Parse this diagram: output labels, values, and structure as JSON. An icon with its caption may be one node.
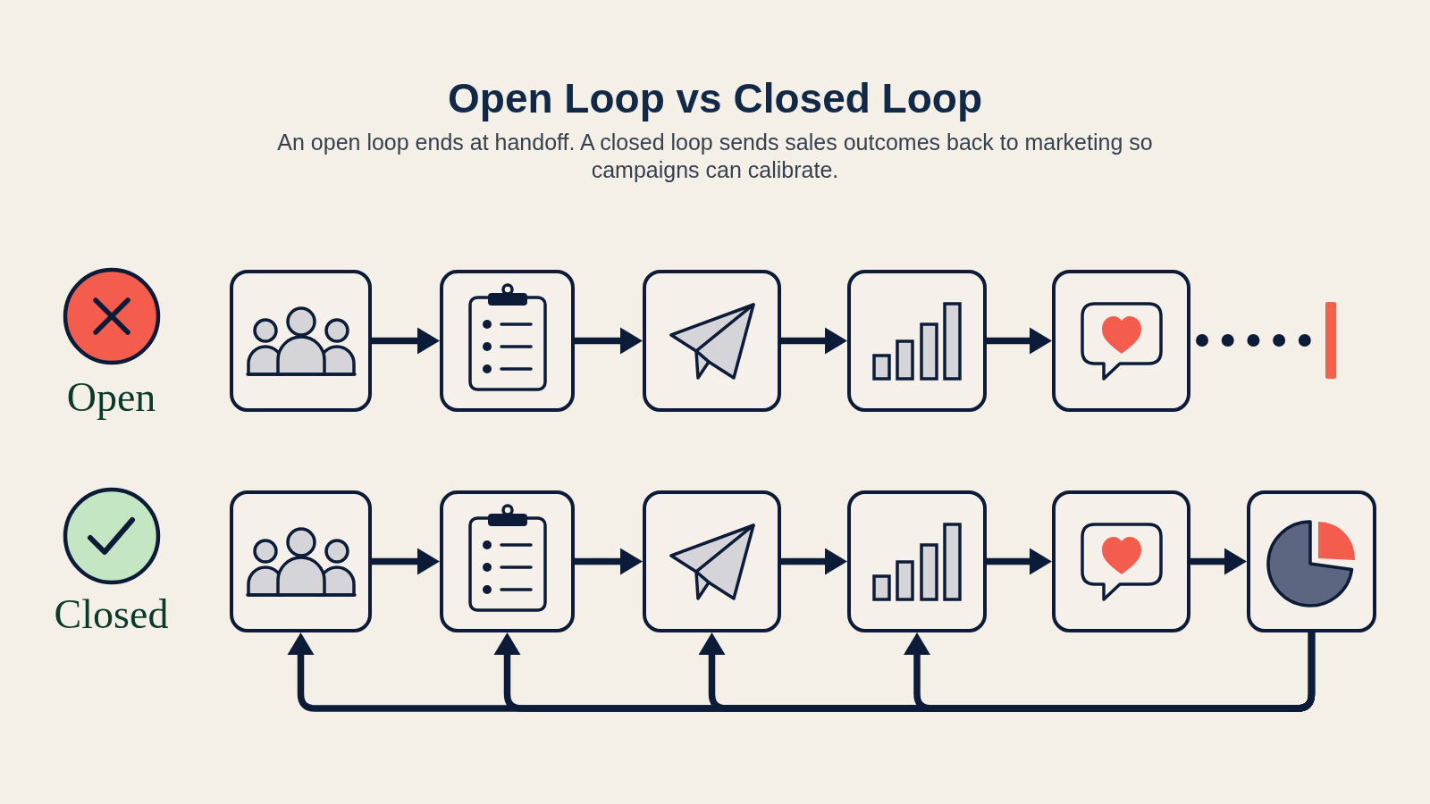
{
  "diagram": {
    "title": "Open Loop vs Closed Loop",
    "caption": "An open loop ends at handoff. A closed loop sends sales outcomes back to marketing so campaigns can calibrate.",
    "nodes": [
      {
        "text": [],
        "shape": "box"
      },
      {
        "text": [],
        "shape": "box"
      },
      {
        "text": [],
        "shape": "box"
      },
      {
        "text": [],
        "shape": "box"
      },
      {
        "text": [],
        "shape": "box"
      },
      {
        "text": [],
        "shape": "bar"
      },
      {
        "text": [],
        "shape": "box"
      },
      {
        "text": [],
        "shape": "box"
      },
      {
        "text": [],
        "shape": "box"
      },
      {
        "text": [],
        "shape": "box"
      },
      {
        "text": [],
        "shape": "box"
      },
      {
        "text": [],
        "shape": "box"
      }
    ],
    "edges": [
      {
        "from": 0,
        "to": 1,
        "arrow": "to"
      },
      {
        "from": 1,
        "to": 2,
        "arrow": "to"
      },
      {
        "from": 2,
        "to": 3,
        "arrow": "to"
      },
      {
        "from": 3,
        "to": 4,
        "arrow": "to"
      },
      {
        "from": 4,
        "to": 5,
        "arrow": "none",
        "style": "dashed"
      },
      {
        "from": 6,
        "to": 7,
        "arrow": "to"
      },
      {
        "from": 7,
        "to": 8,
        "arrow": "to"
      },
      {
        "from": 8,
        "to": 9,
        "arrow": "to"
      },
      {
        "from": 9,
        "to": 10,
        "arrow": "to"
      },
      {
        "from": 10,
        "to": 11,
        "arrow": "to"
      },
      {
        "from": 11,
        "to": 6,
        "arrow": "to"
      },
      {
        "from": 11,
        "to": 7,
        "arrow": "to"
      },
      {
        "from": 11,
        "to": 8,
        "arrow": "to"
      },
      {
        "from": 11,
        "to": 9,
        "arrow": "to"
      }
    ],
    "labels": [
      "Open",
      "Closed"
    ]
  }
}
